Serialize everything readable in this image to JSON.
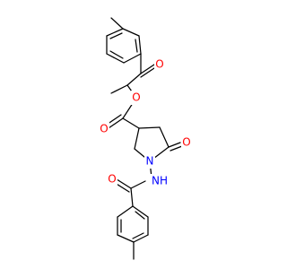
{
  "molecule": {
    "atom_labels": {
      "ketone_oxygen": "O",
      "ester_oxygen_single": "O",
      "ester_oxygen_double": "O",
      "lactam_oxygen": "O",
      "pyrrolidine_nitrogen": "N",
      "amide_nh": "NH",
      "benzamide_oxygen": "O"
    }
  },
  "colors": {
    "bond": "#000000",
    "oxygen": "#ff0000",
    "nitrogen": "#0000ff",
    "background": "#ffffff"
  }
}
